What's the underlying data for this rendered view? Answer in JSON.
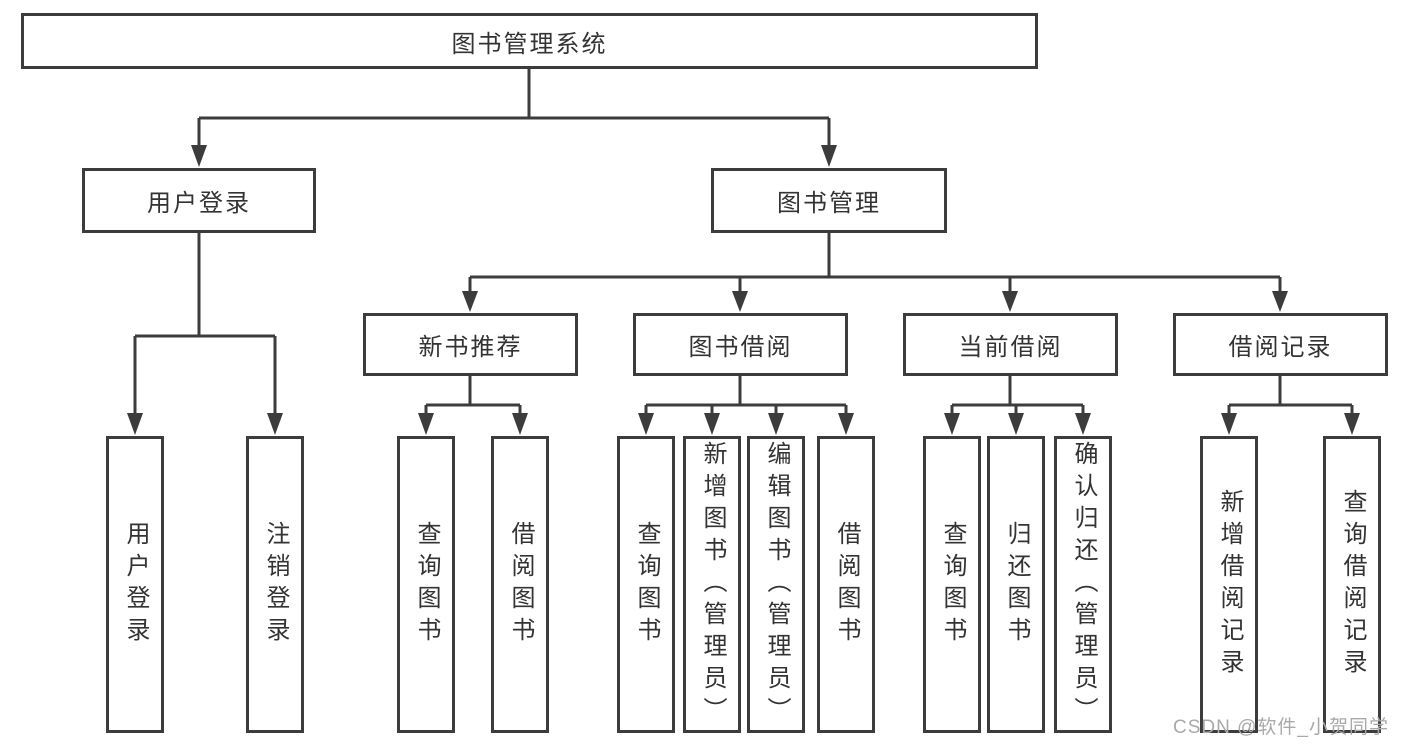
{
  "diagram": {
    "title": "图书管理系统",
    "root": {
      "label": "图书管理系统"
    },
    "level2": [
      {
        "label": "用户登录"
      },
      {
        "label": "图书管理"
      }
    ],
    "level3": [
      {
        "label": "新书推荐",
        "parent": "图书管理"
      },
      {
        "label": "图书借阅",
        "parent": "图书管理"
      },
      {
        "label": "当前借阅",
        "parent": "图书管理"
      },
      {
        "label": "借阅记录",
        "parent": "图书管理"
      }
    ],
    "leaves": [
      {
        "label": "用户登录",
        "parent": "用户登录"
      },
      {
        "label": "注销登录",
        "parent": "用户登录"
      },
      {
        "label": "查询图书",
        "parent": "新书推荐"
      },
      {
        "label": "借阅图书",
        "parent": "新书推荐"
      },
      {
        "label": "查询图书",
        "parent": "图书借阅"
      },
      {
        "label": "新增图书（管理员）",
        "parent": "图书借阅"
      },
      {
        "label": "编辑图书（管理员）",
        "parent": "图书借阅"
      },
      {
        "label": "借阅图书",
        "parent": "图书借阅"
      },
      {
        "label": "查询图书",
        "parent": "当前借阅"
      },
      {
        "label": "归还图书",
        "parent": "当前借阅"
      },
      {
        "label": "确认归还（管理员）",
        "parent": "当前借阅"
      },
      {
        "label": "新增借阅记录",
        "parent": "借阅记录"
      },
      {
        "label": "查询借阅记录",
        "parent": "借阅记录"
      }
    ]
  },
  "watermark": {
    "text": "CSDN @软件_小贺同学"
  },
  "colors": {
    "line": "#3c3c3c",
    "box_border": "#3c3c3c",
    "text": "#333333",
    "watermark": "#a9a9a9",
    "background": "#ffffff"
  }
}
